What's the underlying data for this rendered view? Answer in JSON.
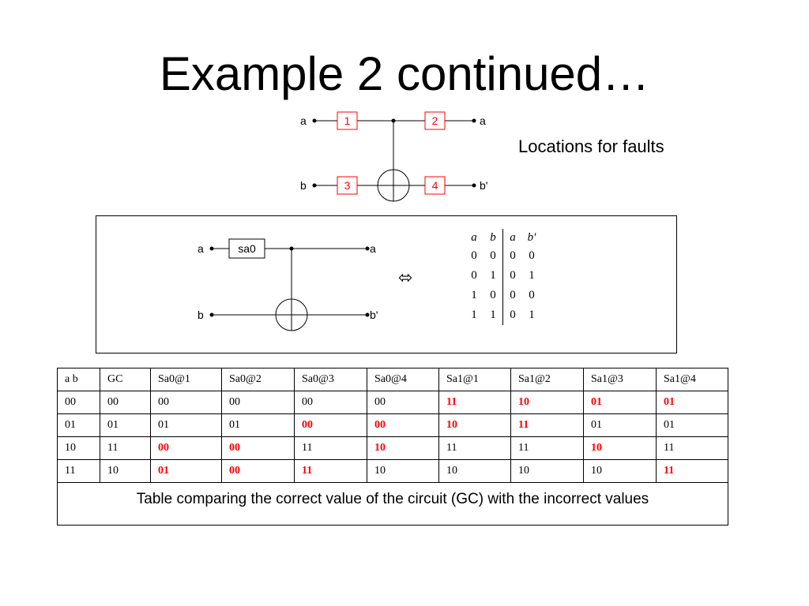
{
  "slide": {
    "title": "Example 2 continued…",
    "faults_caption": "Locations for faults"
  },
  "top_circuit": {
    "line_a_in": "a",
    "line_a_out": "a",
    "line_b_in": "b",
    "line_b_out": "b'",
    "locations": [
      "1",
      "2",
      "3",
      "4"
    ],
    "location_color": "#ff0000"
  },
  "fault_circuit": {
    "line_a_in": "a",
    "line_a_out": "a",
    "line_b_in": "b",
    "line_b_out": "b'",
    "fault_label": "sa0"
  },
  "equivalence_symbol": "⬄",
  "truth_table": {
    "headers": [
      "a",
      "b",
      "a",
      "b'"
    ],
    "rows": [
      [
        "0",
        "0",
        "0",
        "0"
      ],
      [
        "0",
        "1",
        "0",
        "1"
      ],
      [
        "1",
        "0",
        "0",
        "0"
      ],
      [
        "1",
        "1",
        "0",
        "1"
      ]
    ]
  },
  "fault_table": {
    "headers": [
      "a b",
      "GC",
      "Sa0@1",
      "Sa0@2",
      "Sa0@3",
      "Sa0@4",
      "Sa1@1",
      "Sa1@2",
      "Sa1@3",
      "Sa1@4"
    ],
    "rows": [
      [
        "00",
        "00",
        "00",
        "00",
        "00",
        "00",
        "11",
        "10",
        "01",
        "01"
      ],
      [
        "01",
        "01",
        "01",
        "01",
        "00",
        "00",
        "10",
        "11",
        "01",
        "01"
      ],
      [
        "10",
        "11",
        "00",
        "00",
        "11",
        "10",
        "11",
        "11",
        "10",
        "11"
      ],
      [
        "11",
        "10",
        "01",
        "00",
        "11",
        "10",
        "10",
        "10",
        "10",
        "11"
      ]
    ],
    "highlight": [
      [
        false,
        false,
        false,
        false,
        false,
        false,
        true,
        true,
        true,
        true
      ],
      [
        false,
        false,
        false,
        false,
        true,
        true,
        true,
        true,
        false,
        false
      ],
      [
        false,
        false,
        true,
        true,
        false,
        true,
        false,
        false,
        true,
        false
      ],
      [
        false,
        false,
        true,
        true,
        true,
        false,
        false,
        false,
        false,
        true
      ]
    ],
    "highlight_color": "#ff0000",
    "caption": "Table comparing the correct value of the circuit (GC) with the incorrect values"
  }
}
